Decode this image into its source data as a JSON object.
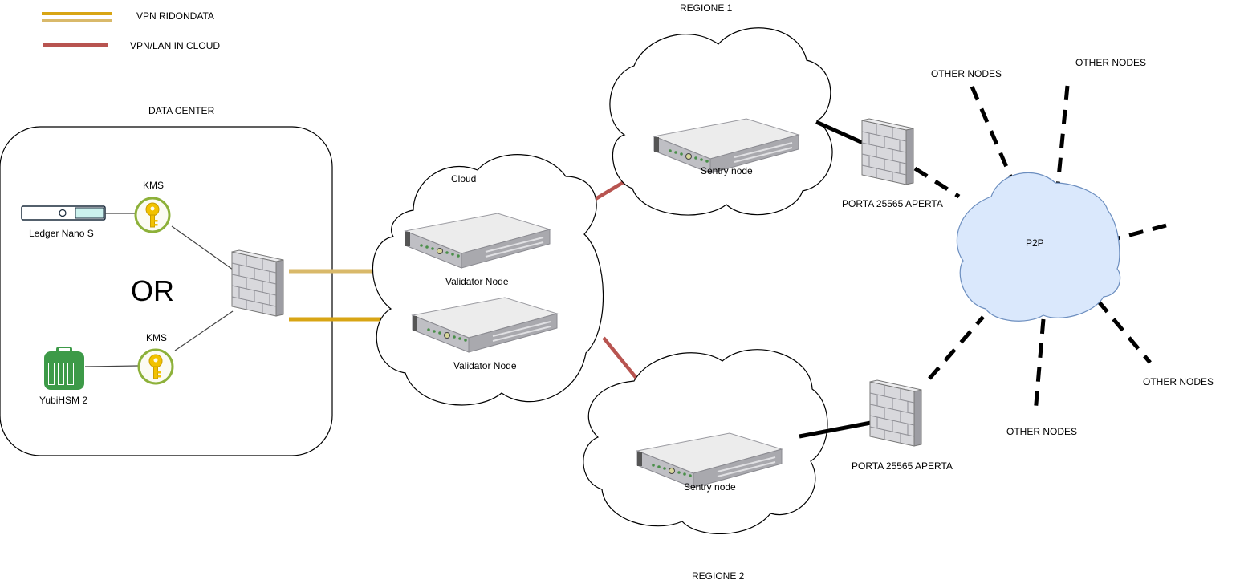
{
  "legend": {
    "vpn_redundant_label": "VPN RIDONDATA",
    "vpn_cloud_label": "VPN/LAN IN CLOUD",
    "colors": {
      "vpn_redundant_top": "#d8a514",
      "vpn_redundant_bottom": "#d9b96a",
      "vpn_cloud": "#b85450"
    }
  },
  "data_center": {
    "title": "DATA CENTER",
    "ledger_label": "Ledger Nano S",
    "yubihsm_label": "YubiHSM 2",
    "kms_top_label": "KMS",
    "kms_bottom_label": "KMS",
    "or_label": "OR"
  },
  "cloud": {
    "title": "Cloud",
    "validator_top_label": "Validator Node",
    "validator_bottom_label": "Validator Node"
  },
  "region1": {
    "title": "REGIONE 1",
    "sentry_label": "Sentry node",
    "firewall_label": "PORTA 25565 APERTA"
  },
  "region2": {
    "title": "REGIONE 2",
    "sentry_label": "Sentry node",
    "firewall_label": "PORTA 25565 APERTA"
  },
  "p2p": {
    "label": "P2P",
    "other_nodes": [
      "OTHER NODES",
      "OTHER NODES",
      "OTHER NODES",
      "OTHER NODES"
    ]
  }
}
